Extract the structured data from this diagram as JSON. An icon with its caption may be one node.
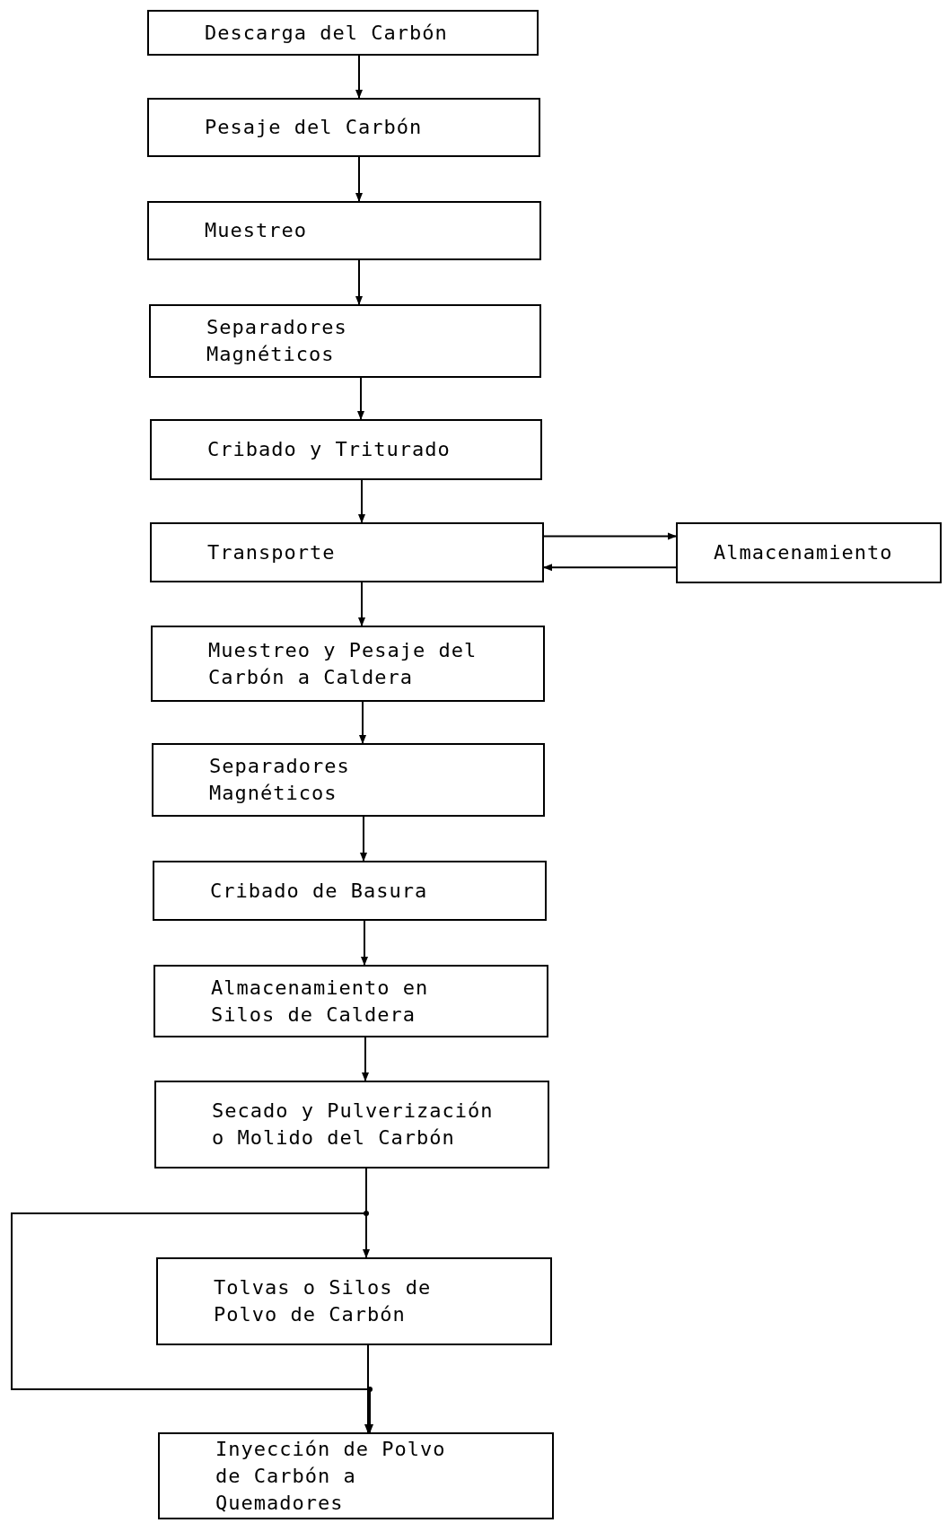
{
  "diagram": {
    "nodes": [
      {
        "text": [
          "Descarga del Carbón"
        ]
      },
      {
        "text": [
          "Pesaje del Carbón"
        ]
      },
      {
        "text": [
          "Muestreo"
        ]
      },
      {
        "text": [
          "Separadores Magnéticos"
        ]
      },
      {
        "text": [
          "Cribado y Triturado"
        ]
      },
      {
        "text": [
          "Transporte"
        ]
      },
      {
        "text": [
          "Almacenamiento"
        ]
      },
      {
        "text": [
          "Muestreo y Pesaje del Carbón a Caldera"
        ]
      },
      {
        "text": [
          "Separadores Magnéticos"
        ]
      },
      {
        "text": [
          "Cribado de Basura"
        ]
      },
      {
        "text": [
          "Almacenamiento en Silos de Caldera"
        ]
      },
      {
        "text": [
          "Secado y Pulverización o Molido del Carbón"
        ]
      },
      {
        "text": [
          "Tolvas o Silos de Polvo de Carbón"
        ]
      },
      {
        "text": [
          "Inyección de Polvo de Carbón a Quemadores"
        ]
      }
    ],
    "edges": [
      {
        "from": 0,
        "to": 1,
        "arrow": "to"
      },
      {
        "from": 1,
        "to": 2,
        "arrow": "to"
      },
      {
        "from": 2,
        "to": 3,
        "arrow": "to"
      },
      {
        "from": 3,
        "to": 4,
        "arrow": "to"
      },
      {
        "from": 4,
        "to": 5,
        "arrow": "to"
      },
      {
        "from": 5,
        "to": 6,
        "arrow": "to"
      },
      {
        "from": 6,
        "to": 5,
        "arrow": "to"
      },
      {
        "from": 5,
        "to": 7,
        "arrow": "to"
      },
      {
        "from": 7,
        "to": 8,
        "arrow": "to"
      },
      {
        "from": 8,
        "to": 9,
        "arrow": "to"
      },
      {
        "from": 9,
        "to": 10,
        "arrow": "to"
      },
      {
        "from": 10,
        "to": 11,
        "arrow": "to"
      },
      {
        "from": 11,
        "to": 12,
        "arrow": "to"
      },
      {
        "from": 12,
        "to": 13,
        "arrow": "to"
      },
      {
        "from": 11,
        "to": 13,
        "arrow": "to"
      }
    ]
  }
}
